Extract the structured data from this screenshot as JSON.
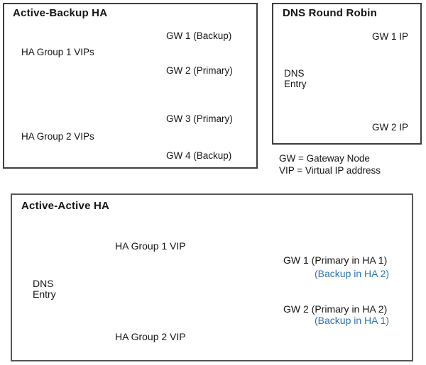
{
  "colors": {
    "arrow_blue": "#2A4EA1",
    "arrow_orange": "#FFAB0F",
    "note_blue": "#2E74B5",
    "panel_border": "#3E3E3E"
  },
  "panels": {
    "active_backup": {
      "title": "Active-Backup HA",
      "groups": [
        {
          "label": "HA Group 1 VIPs",
          "targets": [
            {
              "label": "GW 1 (Backup)"
            },
            {
              "label": "GW 2 (Primary)"
            }
          ]
        },
        {
          "label": "HA Group 2 VIPs",
          "targets": [
            {
              "label": "GW 3 (Primary)"
            },
            {
              "label": "GW 4 (Backup)"
            }
          ]
        }
      ]
    },
    "dns_round_robin": {
      "title": "DNS Round Robin",
      "source_line1": "DNS",
      "source_line2": "Entry",
      "targets": [
        {
          "label": "GW 1 IP"
        },
        {
          "label": "GW 2 IP"
        }
      ],
      "legend": [
        {
          "text": "GW = Gateway Node"
        },
        {
          "text": "VIP = Virtual IP address"
        }
      ]
    },
    "active_active": {
      "title": "Active-Active HA",
      "source_line1": "DNS",
      "source_line2": "Entry",
      "vips": [
        {
          "label": "HA Group 1 VIP"
        },
        {
          "label": "HA Group 2 VIP"
        }
      ],
      "gateways": [
        {
          "main": "GW 1 (Primary in HA 1)",
          "sub": "(Backup in HA 2)"
        },
        {
          "main": "GW 2 (Primary in HA 2)",
          "sub": "(Backup in HA 1)"
        }
      ]
    }
  }
}
